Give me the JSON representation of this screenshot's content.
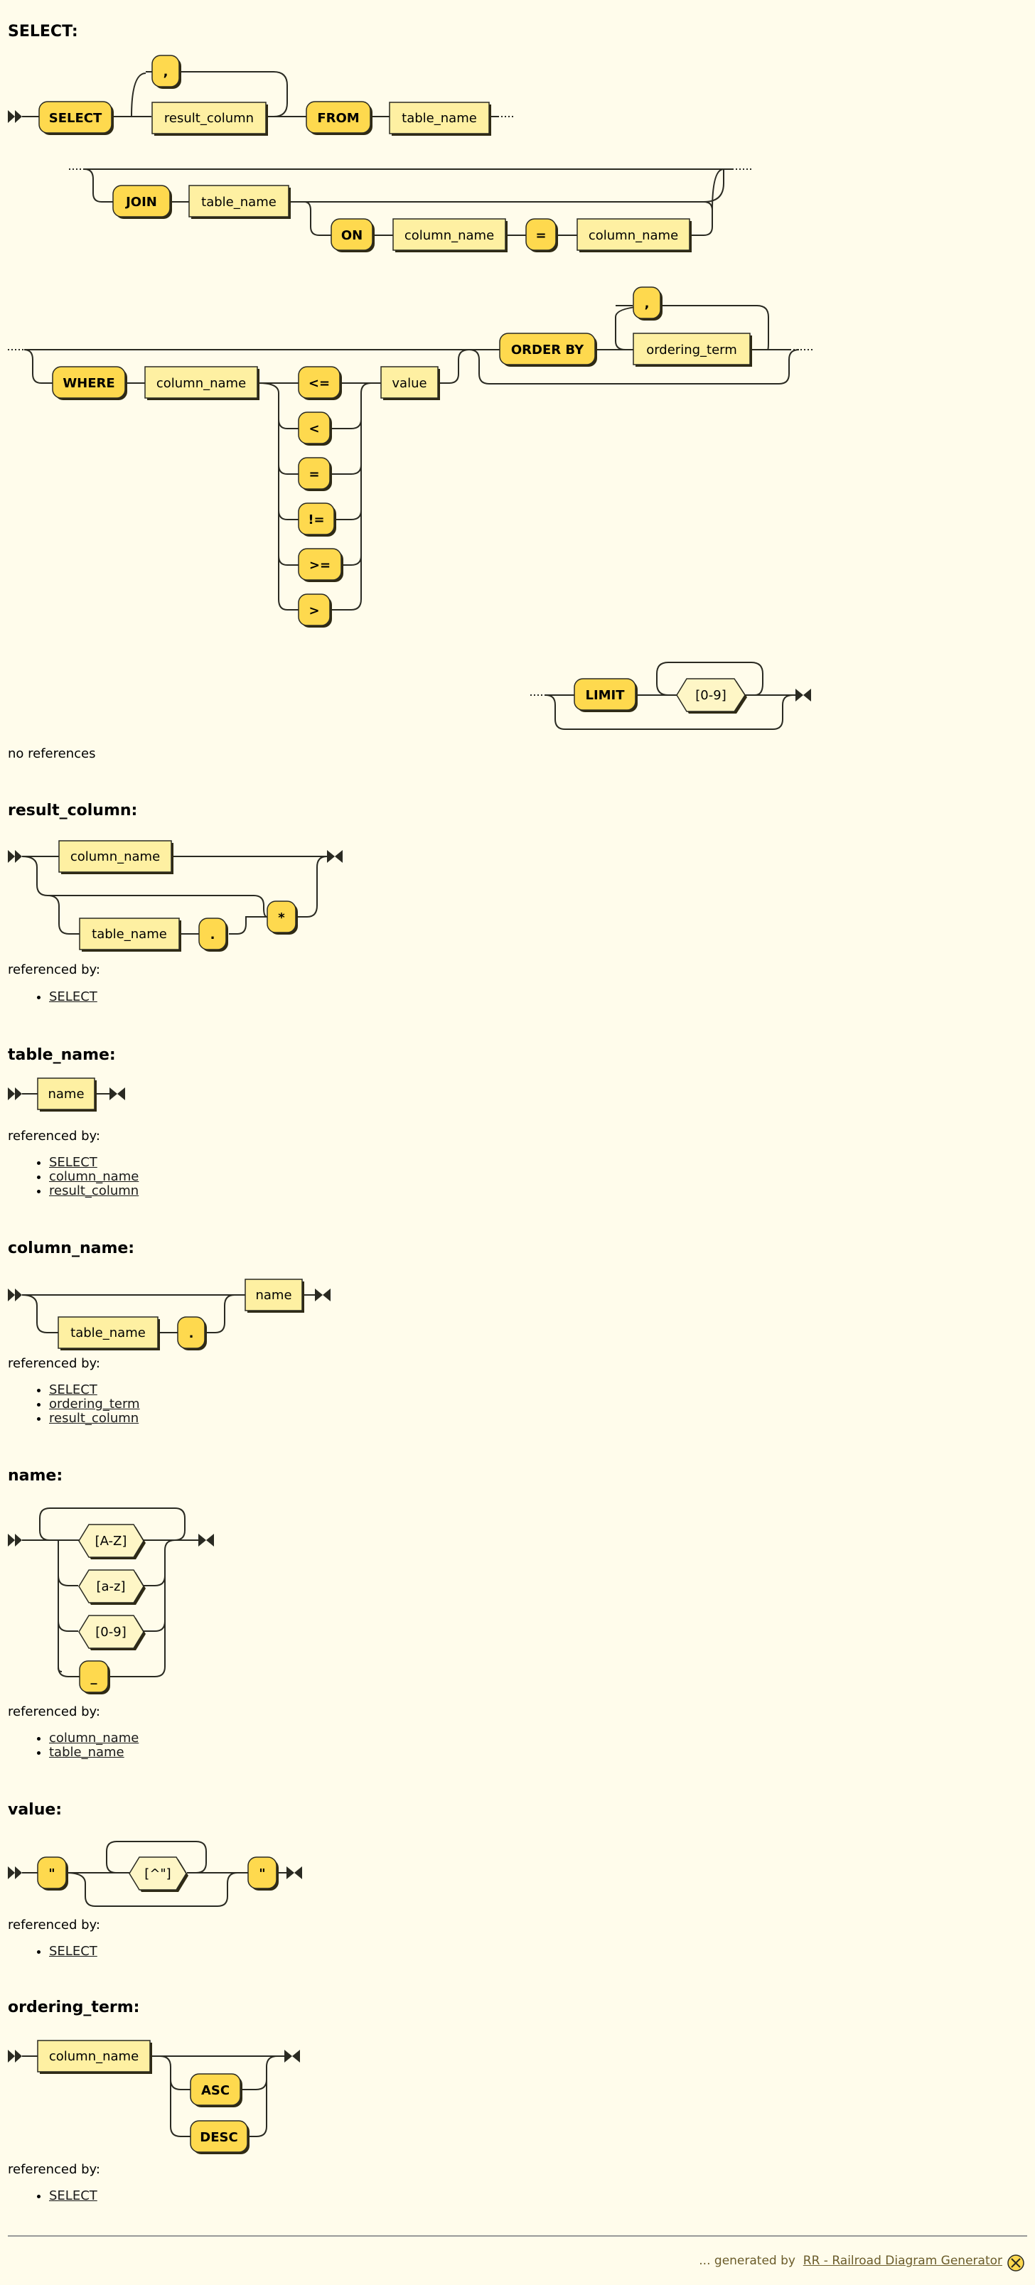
{
  "productions": {
    "select": {
      "title": "SELECT:",
      "refs_text": "no references",
      "tokens": {
        "select": "SELECT",
        "comma": ",",
        "result_column": "result_column",
        "from": "FROM",
        "table_name": "table_name",
        "join": "JOIN",
        "join_table_name": "table_name",
        "on": "ON",
        "column_name_1": "column_name",
        "eq": "=",
        "column_name_2": "column_name",
        "where": "WHERE",
        "where_column_name": "column_name",
        "op_le": "<=",
        "op_lt": "<",
        "op_eq": "=",
        "op_ne": "!=",
        "op_ge": ">=",
        "op_gt": ">",
        "value": "value",
        "order_by": "ORDER BY",
        "order_comma": ",",
        "ordering_term": "ordering_term",
        "limit": "LIMIT",
        "digits": "[0-9]"
      }
    },
    "result_column": {
      "title": "result_column:",
      "tokens": {
        "column_name": "column_name",
        "table_name": "table_name",
        "dot": ".",
        "star": "*"
      },
      "referenced_by_label": "referenced by:",
      "referenced_by": [
        "SELECT"
      ]
    },
    "table_name": {
      "title": "table_name:",
      "tokens": {
        "name": "name"
      },
      "referenced_by_label": "referenced by:",
      "referenced_by": [
        "SELECT",
        "column_name",
        "result_column"
      ]
    },
    "column_name": {
      "title": "column_name:",
      "tokens": {
        "table_name": "table_name",
        "dot": ".",
        "name": "name"
      },
      "referenced_by_label": "referenced by:",
      "referenced_by": [
        "SELECT",
        "ordering_term",
        "result_column"
      ]
    },
    "name": {
      "title": "name:",
      "tokens": {
        "upper": "[A-Z]",
        "lower": "[a-z]",
        "digits": "[0-9]",
        "underscore": "_"
      },
      "referenced_by_label": "referenced by:",
      "referenced_by": [
        "column_name",
        "table_name"
      ]
    },
    "value": {
      "title": "value:",
      "tokens": {
        "quote_open": "\"",
        "not_quote": "[^\"]",
        "quote_close": "\""
      },
      "referenced_by_label": "referenced by:",
      "referenced_by": [
        "SELECT"
      ]
    },
    "ordering_term": {
      "title": "ordering_term:",
      "tokens": {
        "column_name": "column_name",
        "asc": "ASC",
        "desc": "DESC"
      },
      "referenced_by_label": "referenced by:",
      "referenced_by": [
        "SELECT"
      ]
    }
  },
  "footer": {
    "prefix": "... generated by",
    "link": "RR - Railroad Diagram Generator"
  },
  "colors": {
    "background": "#FFFCEB",
    "terminal": "#FED94E",
    "nonterminal": "#FEF0A2",
    "charclass": "#FEF6C6",
    "line": "#2a2a22"
  }
}
